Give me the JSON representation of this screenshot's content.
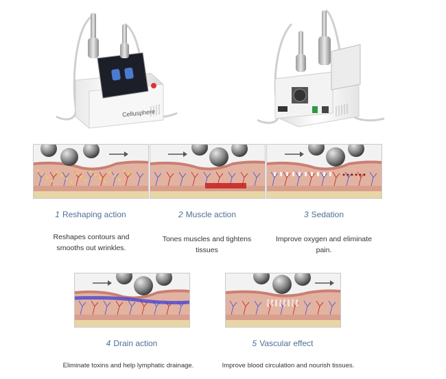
{
  "brand": {
    "device_label": "Cellusphere"
  },
  "actions": [
    {
      "number": "1",
      "title": "Reshaping action",
      "description": "Reshapes contours and smooths out wrinkles."
    },
    {
      "number": "2",
      "title": "Muscle action",
      "description": "Tones muscles and tightens tissues"
    },
    {
      "number": "3",
      "title": "Sedation",
      "description": "Improve oxygen and eliminate pain."
    },
    {
      "number": "4",
      "title": "Drain action",
      "description": "Eliminate toxins and help lymphatic drainage."
    },
    {
      "number": "5",
      "title": "Vascular effect",
      "description": "Improve blood circulation and nourish tissues."
    }
  ],
  "colors": {
    "title": "#4f6f93",
    "skin": "#d9a08f",
    "fat": "#e7b9a0",
    "vessel_blue": "#5a62c8",
    "vessel_red": "#c43b2b"
  }
}
